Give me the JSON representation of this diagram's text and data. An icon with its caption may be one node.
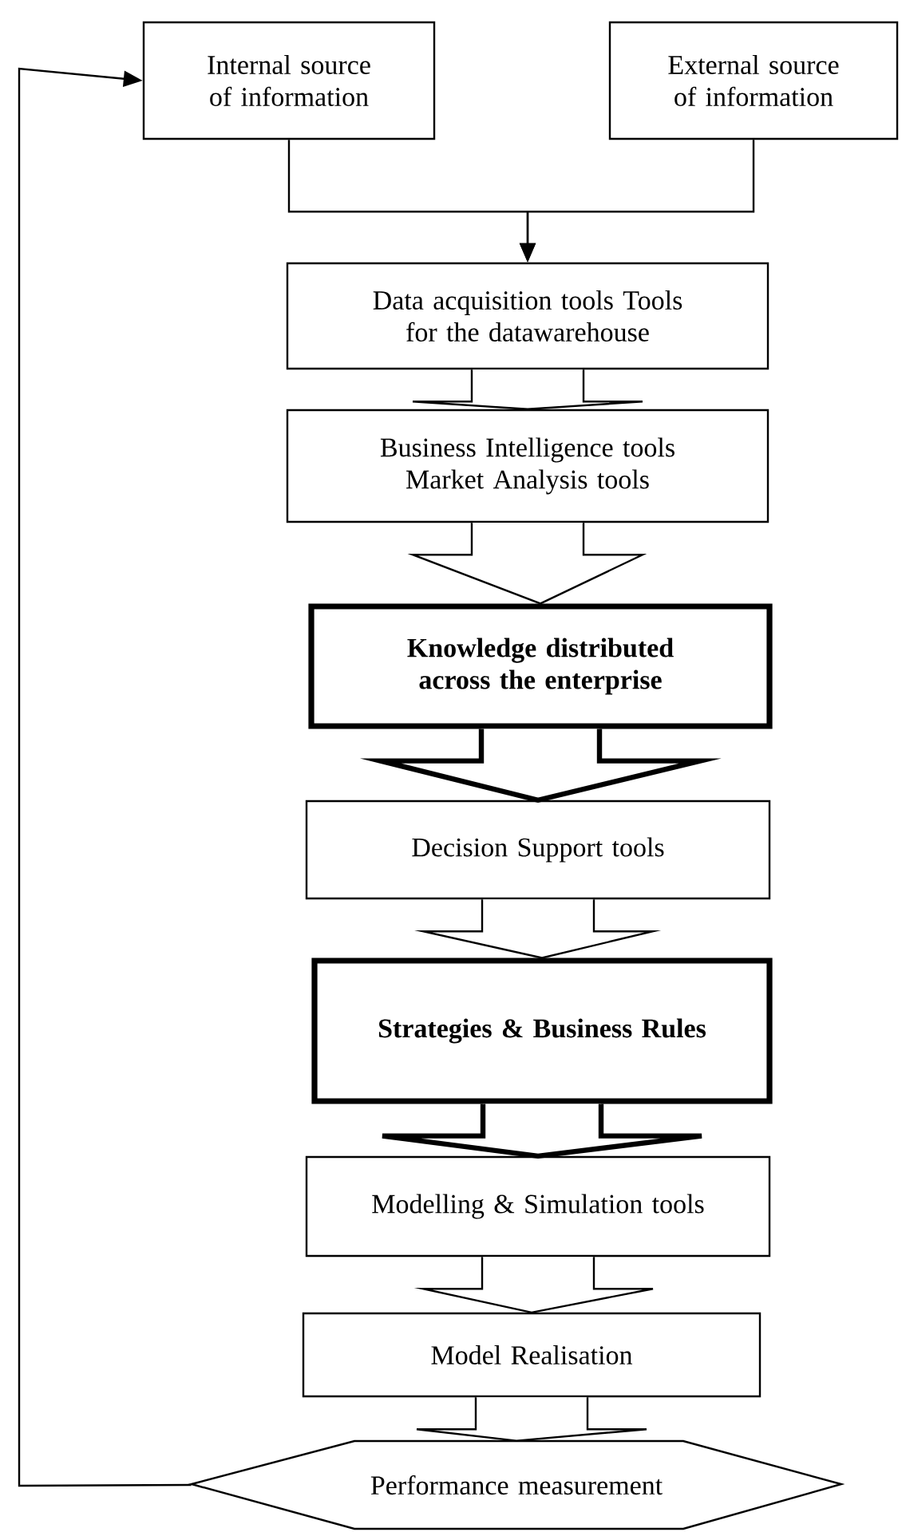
{
  "diagram": {
    "nodes": [
      {
        "text": [
          "Internal source of information"
        ]
      },
      {
        "text": [
          "External source of information"
        ]
      },
      {
        "text": [
          "Data acquisition tools Tools for the datawarehouse"
        ]
      },
      {
        "text": [
          "Business Intelligence tools Market Analysis tools"
        ]
      },
      {
        "text": [
          "Knowledge distributed across the enterprise"
        ]
      },
      {
        "text": [
          "Decision Support tools"
        ]
      },
      {
        "text": [
          "Strategies & Business Rules"
        ]
      },
      {
        "text": [
          "Modelling & Simulation tools"
        ]
      },
      {
        "text": [
          "Model Realisation"
        ]
      },
      {
        "text": [
          "Performance measurement"
        ]
      }
    ],
    "edges": [
      {
        "from": 0,
        "to": 2,
        "arrow": "to"
      },
      {
        "from": 1,
        "to": 2,
        "arrow": "to"
      },
      {
        "from": 2,
        "to": 3,
        "arrow": "to"
      },
      {
        "from": 3,
        "to": 4,
        "arrow": "to"
      },
      {
        "from": 4,
        "to": 5,
        "arrow": "to",
        "style": "thick"
      },
      {
        "from": 5,
        "to": 6,
        "arrow": "to"
      },
      {
        "from": 6,
        "to": 7,
        "arrow": "to",
        "style": "thick"
      },
      {
        "from": 7,
        "to": 8,
        "arrow": "to"
      },
      {
        "from": 8,
        "to": 9,
        "arrow": "to"
      },
      {
        "from": 9,
        "to": 0,
        "arrow": "to"
      }
    ]
  }
}
